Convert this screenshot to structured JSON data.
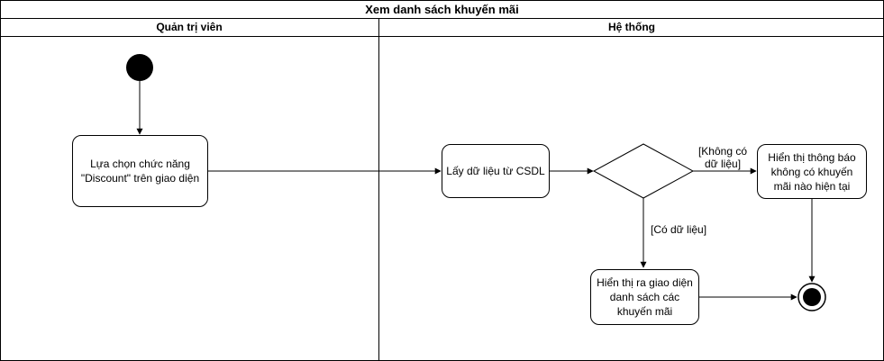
{
  "diagram": {
    "title": "Xem danh sách khuyến mãi",
    "lanes": [
      {
        "label": "Quản trị viên"
      },
      {
        "label": "Hệ thống"
      }
    ],
    "actions": {
      "select_function": "Lựa chọn chức năng \"Discount\" trên giao diện",
      "fetch_data": "Lấy dữ liệu từ CSDL",
      "show_no_promo": "Hiển thị thông báo không có khuyến mãi nào hiện tại",
      "show_list": "Hiển thị ra giao diện danh sách các khuyến mãi"
    },
    "guards": {
      "no_data": "[Không có dữ liệu]",
      "has_data": "[Có dữ liệu]"
    }
  }
}
